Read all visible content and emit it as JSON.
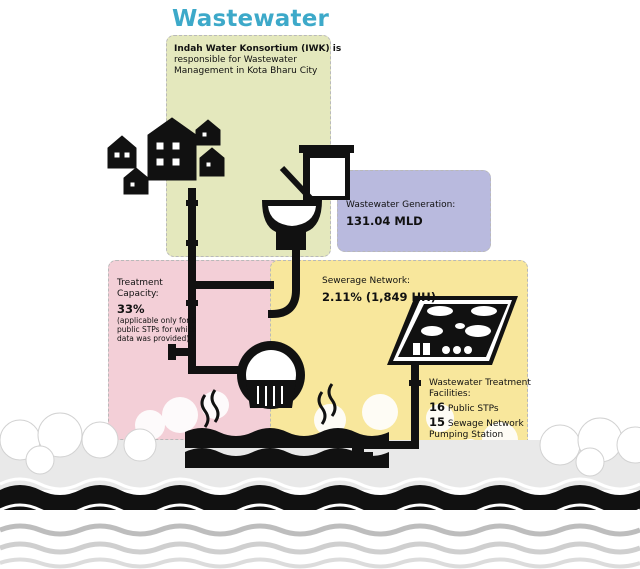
{
  "title": "Wastewater",
  "iwk": {
    "line1": "Indah Water Konsortium (IWK) is",
    "line2": "responsible for Wastewater",
    "line3": "Management in Kota Bharu City"
  },
  "generation": {
    "label": "Wastewater Generation:",
    "value": "131.04 MLD"
  },
  "treatment": {
    "label1": "Treatment",
    "label2": "Capacity:",
    "value": "33%",
    "note1": "(applicable only for 8",
    "note2": "public STPs for which",
    "note3": "data was provided)"
  },
  "sewerage": {
    "label": "Sewerage Network:",
    "value": "2.11% (1,849 HH)"
  },
  "facilities": {
    "label1": "Wastewater Treatment",
    "label2": "Facilities:",
    "stp_count": "16",
    "stp_label": "Public STPs",
    "pump_count": "15",
    "pump_label1": "Sewage Network",
    "pump_label2": "Pumping Station"
  },
  "icons": [
    "houses-icon",
    "toilet-icon",
    "pipe-icon",
    "outfall-drain-icon",
    "control-panel-icon",
    "water-waves-icon"
  ],
  "colors": {
    "title": "#3da9c9",
    "green_panel": "#e4e8bd",
    "purple_panel": "#b9bade",
    "pink_panel": "#f3cfd7",
    "yellow_panel": "#f8e79c"
  }
}
